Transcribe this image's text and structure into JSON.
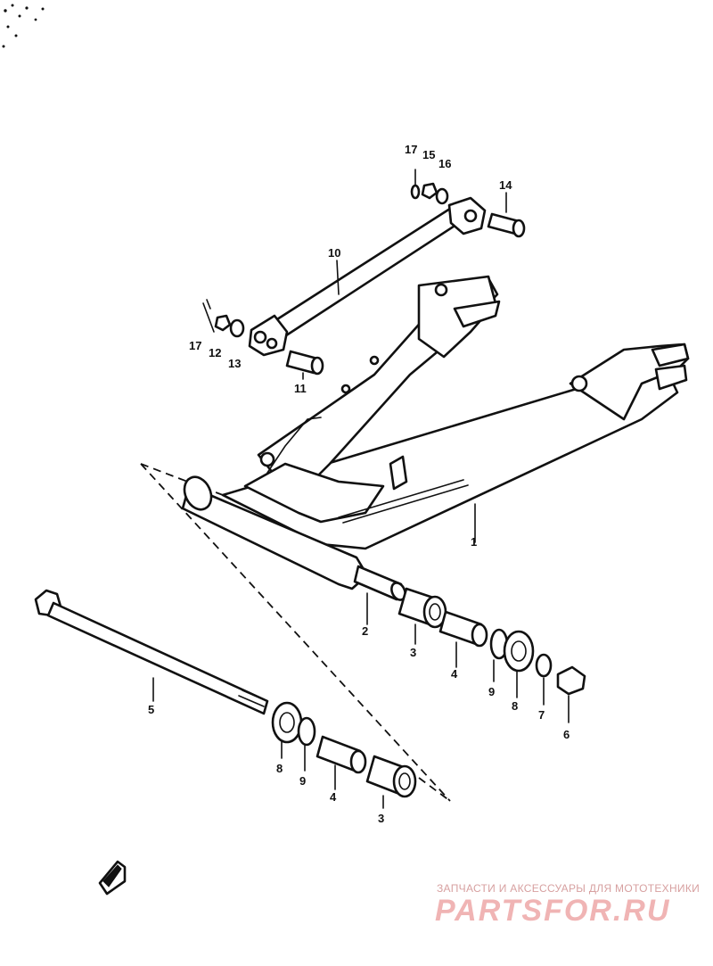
{
  "part_labels": {
    "p1": "1",
    "p2": "2",
    "p3a": "3",
    "p3b": "3",
    "p4a": "4",
    "p4b": "4",
    "p5": "5",
    "p6": "6",
    "p7": "7",
    "p8a": "8",
    "p8b": "8",
    "p9a": "9",
    "p9b": "9",
    "p10": "10",
    "p11": "11",
    "p12": "12",
    "p13": "13",
    "p14": "14",
    "p15": "15",
    "p16": "16",
    "p17a": "17",
    "p17b": "17"
  },
  "watermark": {
    "caption": "ЗАПЧАСТИ И АКСЕССУАРЫ ДЛЯ МОТОТЕХНИКИ",
    "brand": "PARTSFOR.RU"
  },
  "icons": {
    "direction_arrow": "front-arrow-icon"
  },
  "colors": {
    "ink": "#111111",
    "watermark": "#f0b4b4"
  }
}
